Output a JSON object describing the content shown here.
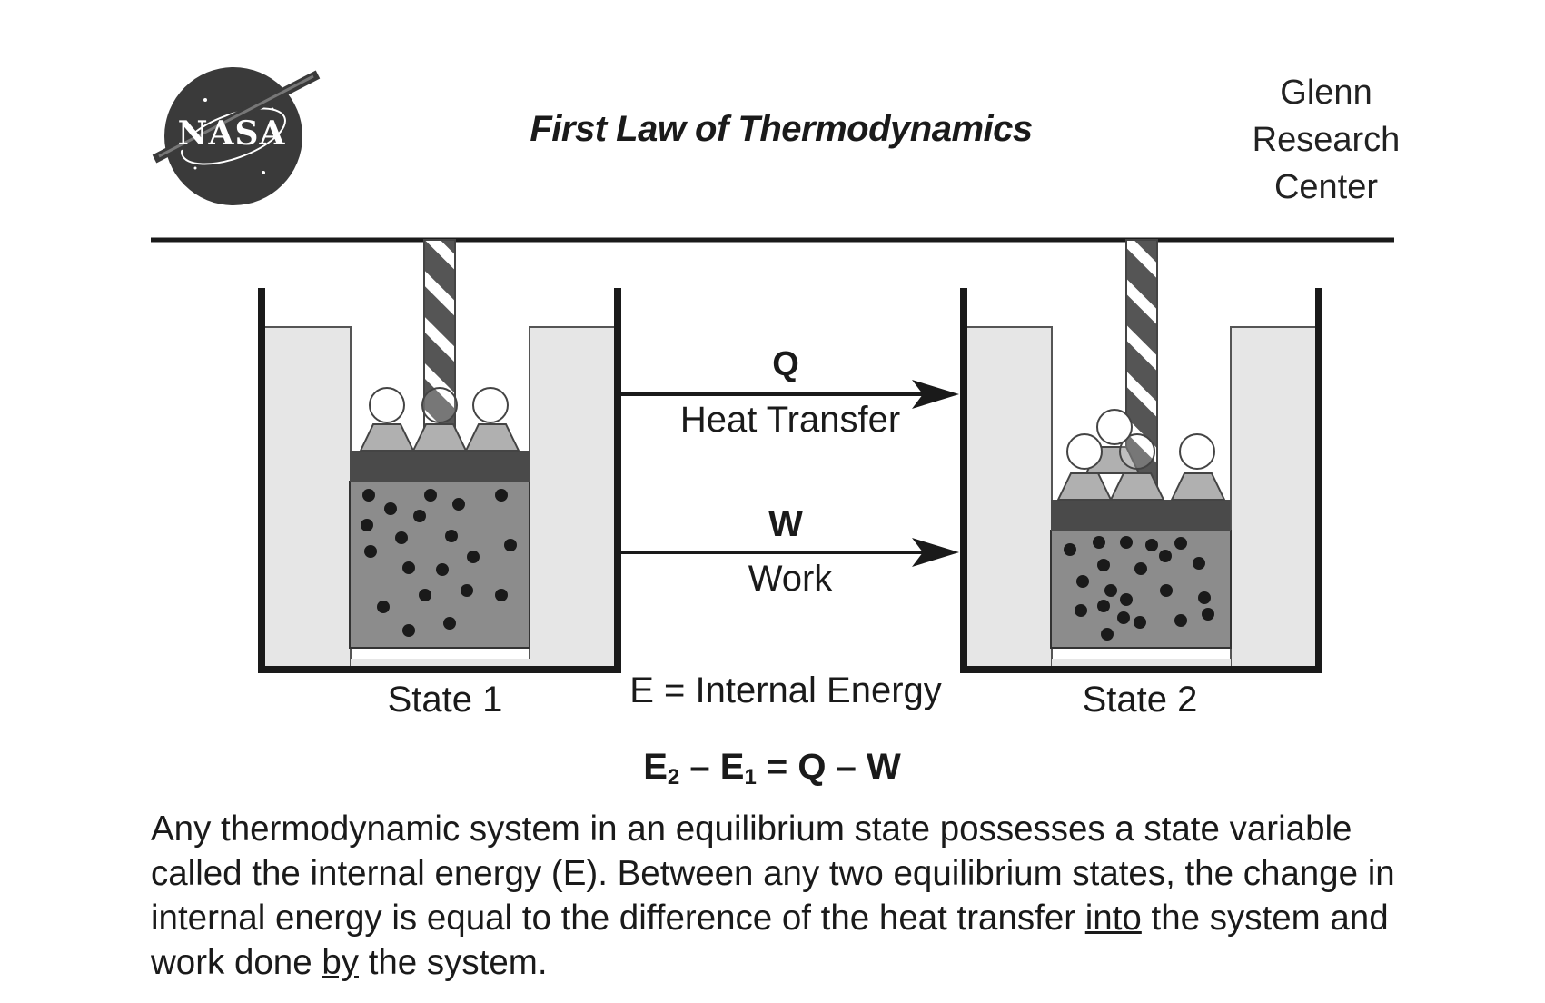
{
  "header": {
    "logo_text": "NASA",
    "title": "First Law of  Thermodynamics",
    "center_lines": [
      "Glenn",
      "Research",
      "Center"
    ]
  },
  "diagram": {
    "state1_label": "State 1",
    "state2_label": "State 2",
    "heat": {
      "symbol": "Q",
      "label": "Heat Transfer"
    },
    "work": {
      "symbol": "W",
      "label": "Work"
    },
    "energy_label": "E = Internal Energy"
  },
  "equation": {
    "e2": "E",
    "e2_sub": "2",
    "op1": " – ",
    "e1": "E",
    "e1_sub": "1",
    "rest": " = Q – W"
  },
  "paragraph": {
    "part1": "Any thermodynamic system in an equilibrium state possesses a state variable called the internal energy (E). Between any two equilibrium states, the change in internal energy is equal to the difference of the heat transfer ",
    "into": "into",
    "part2": " the system and work done ",
    "by": "by",
    "part3": " the system."
  },
  "colors": {
    "ink": "#1a1a1a",
    "bath": "#e6e6e6",
    "gas": "#8c8c8c",
    "piston": "#4a4a4a",
    "weight": "#b0b0b0",
    "logo": "#3a3a3a"
  }
}
